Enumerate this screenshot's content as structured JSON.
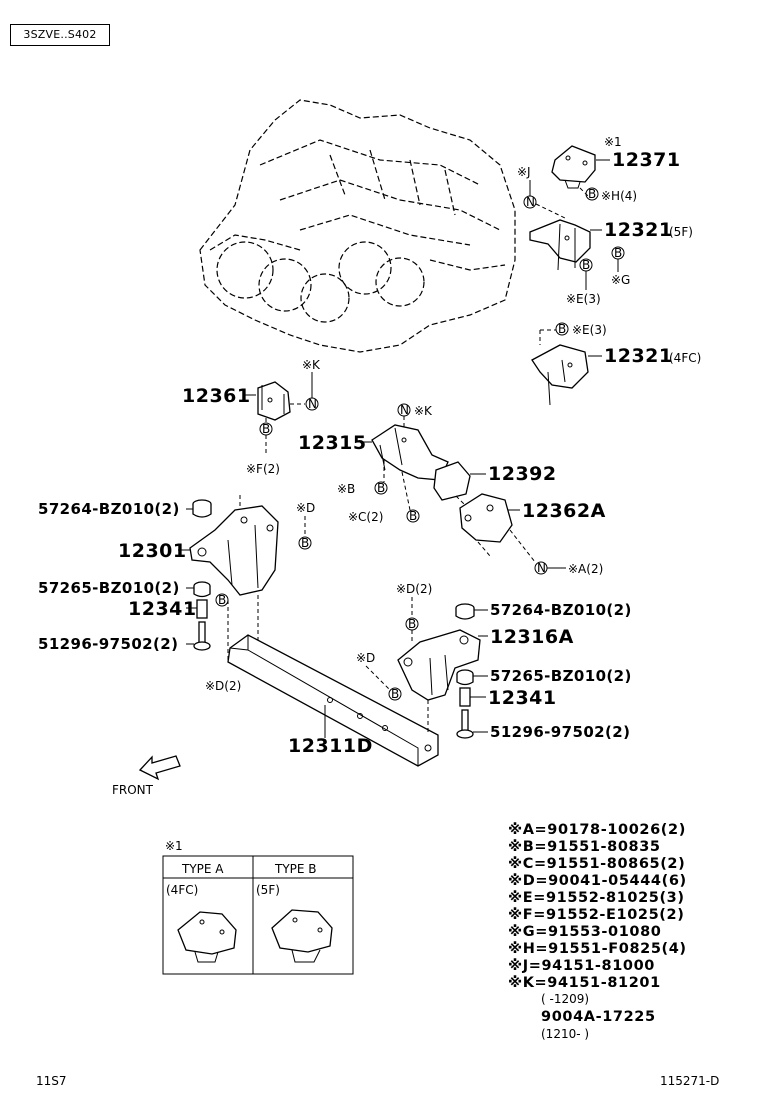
{
  "header": {
    "model_code": "3SZVE..S402"
  },
  "footer": {
    "left_code": "11S7",
    "right_code": "115271-D"
  },
  "labels": {
    "p12371": "12371",
    "p12321_5f": "12321",
    "p12321_5f_sfx": "(5F)",
    "p12321_4fc": "12321",
    "p12321_4fc_sfx": "(4FC)",
    "p12361": "12361",
    "p12315": "12315",
    "p12392": "12392",
    "p12362a": "12362A",
    "p57264a": "57264-BZ010(2)",
    "p12301": "12301",
    "p57265a": "57265-BZ010(2)",
    "p12341a": "12341",
    "p51296a": "51296-97502(2)",
    "p57264b": "57264-BZ010(2)",
    "p12316a": "12316A",
    "p57265b": "57265-BZ010(2)",
    "p12341b": "12341",
    "p51296b": "51296-97502(2)",
    "p12311d": "12311D",
    "front": "FRONT"
  },
  "callouts": {
    "c1": "※1",
    "cJ": "※J",
    "cN": "N",
    "cB": "B",
    "cH4": "※H(4)",
    "cG": "※G",
    "cE3a": "※E(3)",
    "cE3b": "※E(3)",
    "cK1": "※K",
    "cK2": "※K",
    "cF2": "※F(2)",
    "cB2": "※B",
    "cC2": "※C(2)",
    "cA2": "※A(2)",
    "cD1": "※D",
    "cD2": "※D(2)",
    "cD3": "※D(2)",
    "cD4": "※D"
  },
  "legend": [
    "※A=90178-10026(2)",
    "※B=91551-80835",
    "※C=91551-80865(2)",
    "※D=90041-05444(6)",
    "※E=91552-81025(3)",
    "※F=91552-E1025(2)",
    "※G=91553-01080",
    "※H=91551-F0825(4)",
    "※J=94151-81000",
    "※K=94151-81201",
    "(    -1209)",
    "9004A-17225",
    "(1210-    )"
  ],
  "type_table": {
    "marker": "※1",
    "col_a": "TYPE A",
    "col_b": "TYPE B",
    "sub_a": "(4FC)",
    "sub_b": "(5F)"
  }
}
